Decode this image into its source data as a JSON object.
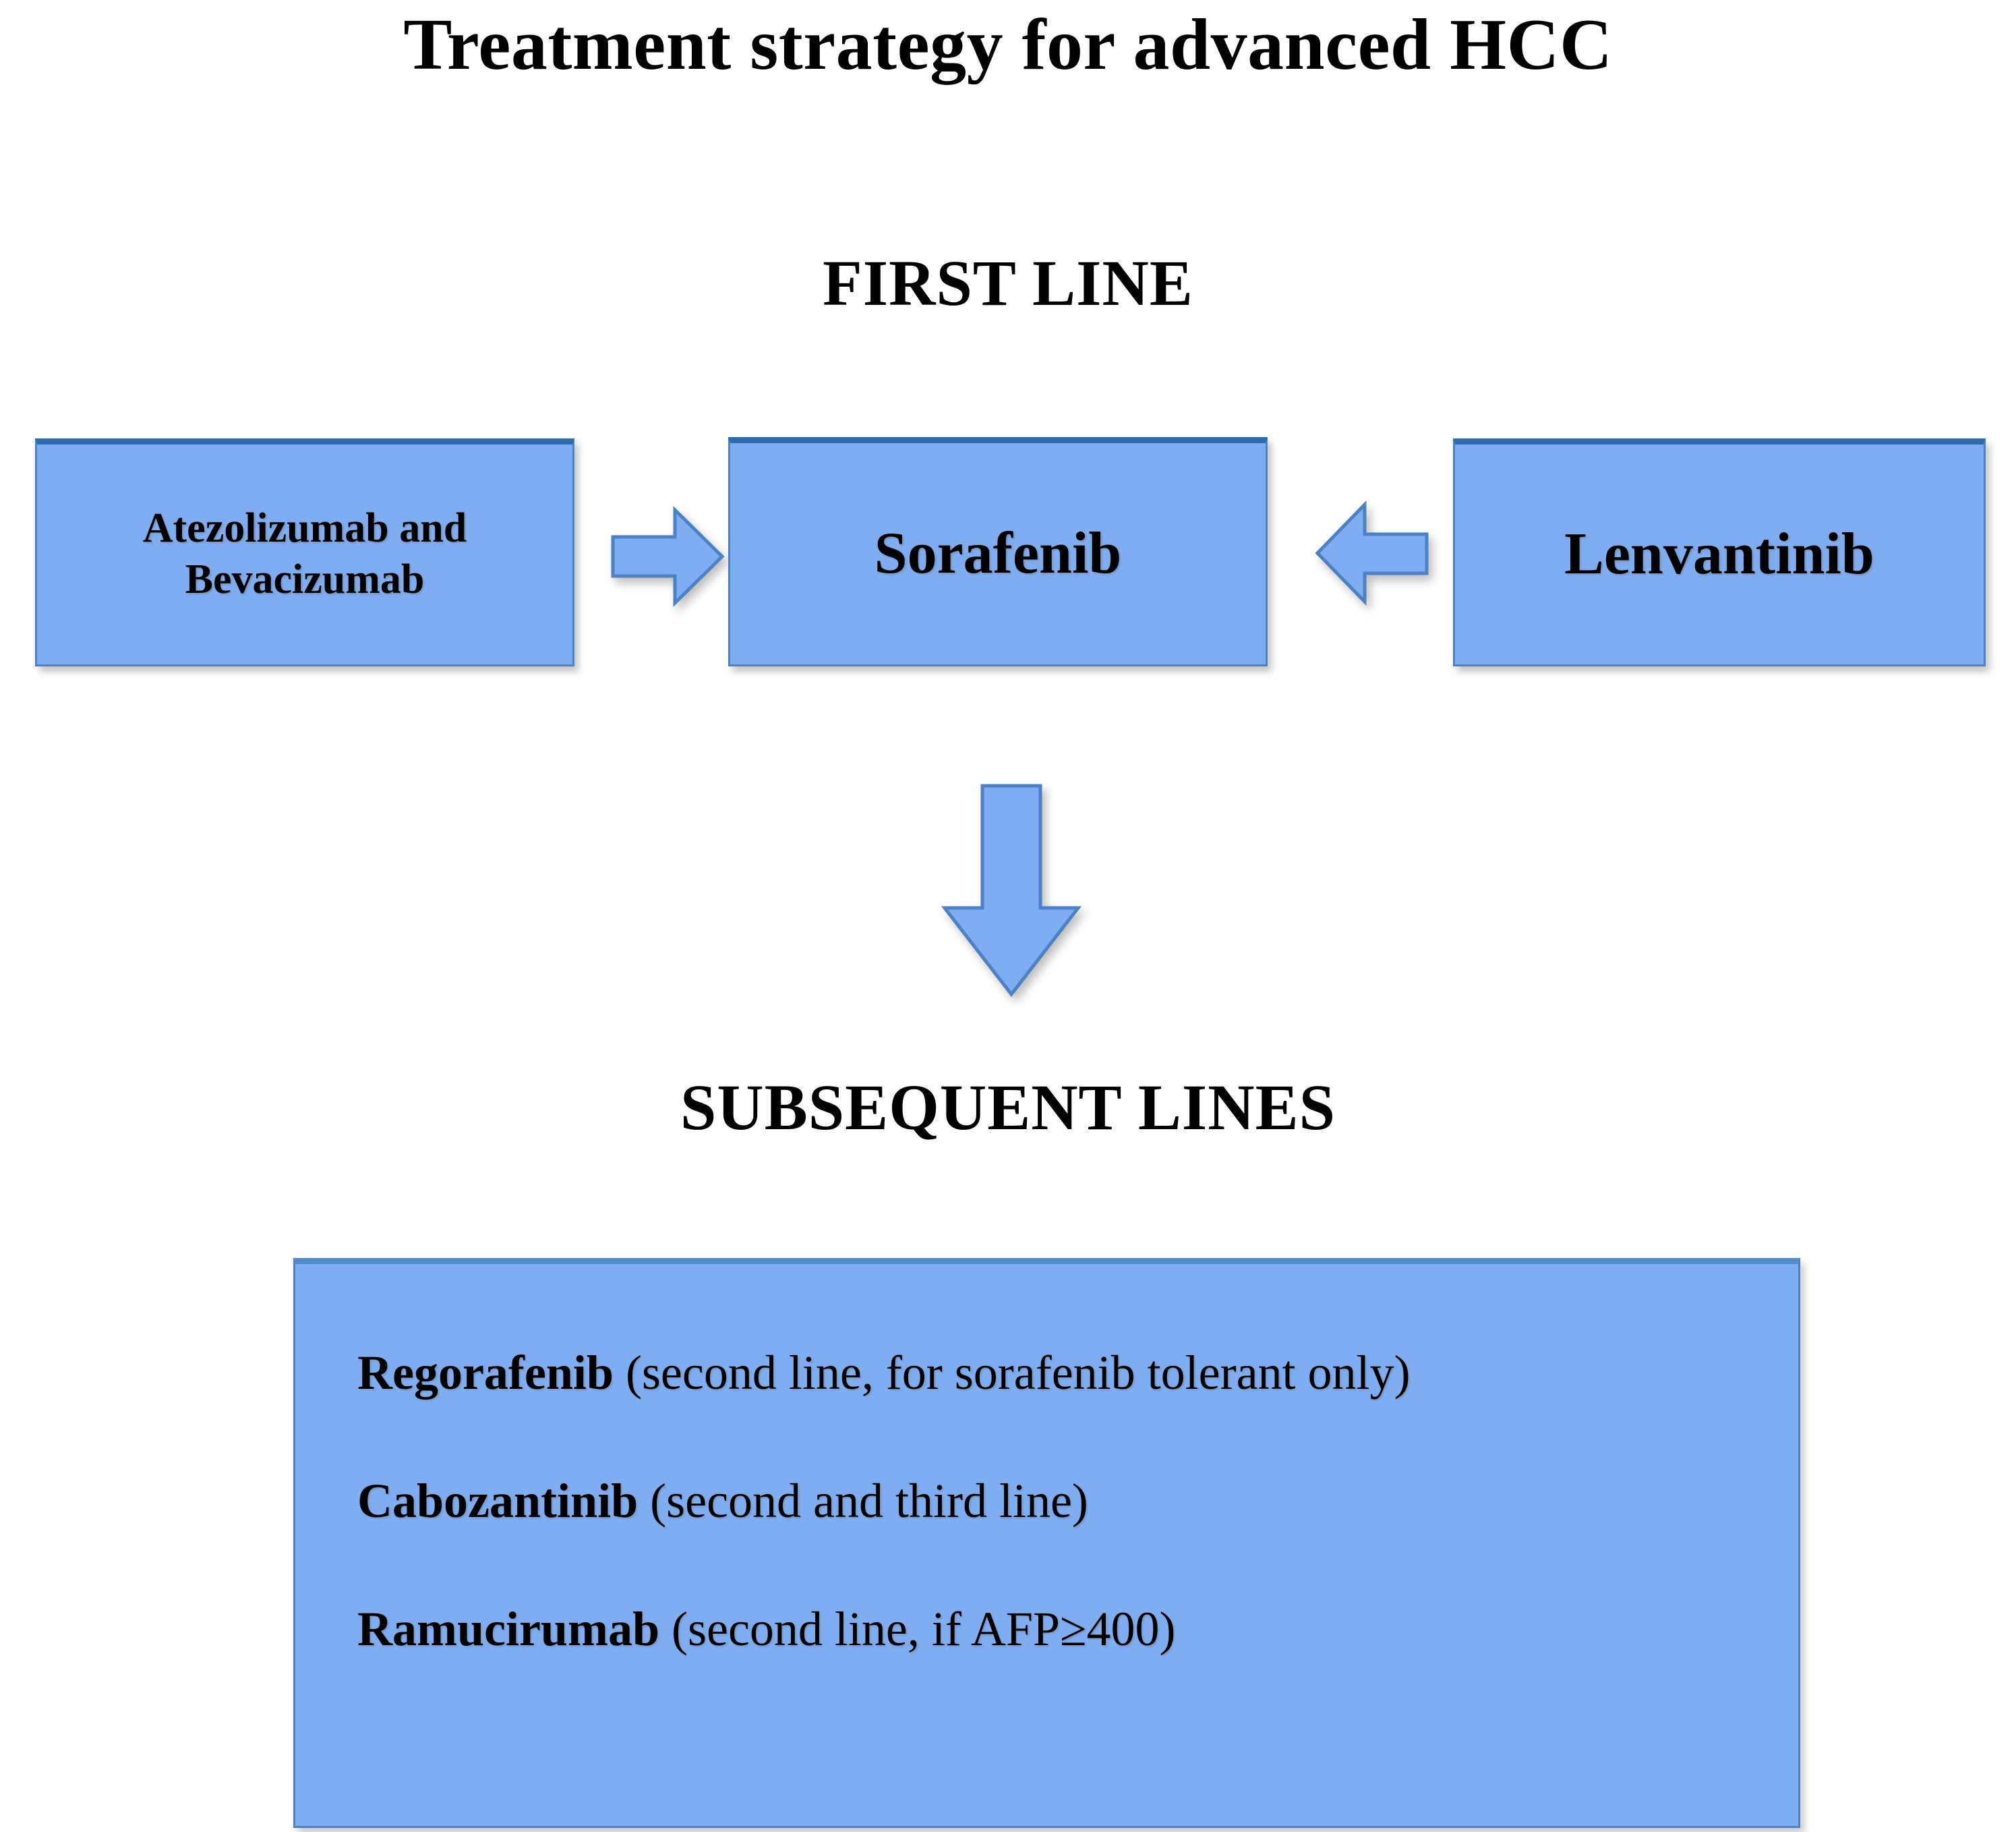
{
  "figure": {
    "title": "Treatment strategy for advanced HCC"
  },
  "sections": {
    "first_line_label": "FIRST LINE",
    "subsequent_lines_label": "SUBSEQUENT LINES"
  },
  "first_line": {
    "boxes": [
      {
        "id": "atezo",
        "label": "Atezolizumab and\nBevacizumab"
      },
      {
        "id": "sorafenib",
        "label": "Sorafenib"
      },
      {
        "id": "lenvantinib",
        "label": "Lenvantinib"
      }
    ],
    "arrows": [
      {
        "name": "arrow-right-icon",
        "direction": "right",
        "from": "atezo",
        "to": "sorafenib"
      },
      {
        "name": "arrow-left-icon",
        "direction": "left",
        "from": "lenvantinib",
        "to": "sorafenib"
      }
    ]
  },
  "flow": {
    "down_arrow": {
      "name": "arrow-down-icon",
      "direction": "down",
      "from": "first-line",
      "to": "subsequent-lines"
    }
  },
  "subsequent_lines": {
    "items": [
      {
        "drug": "Regorafenib",
        "detail": " (second line, for sorafenib tolerant only)"
      },
      {
        "drug": "Cabozantinib",
        "detail": " (second and third line)"
      },
      {
        "drug": "Ramucirumab",
        "detail": " (second line, if AFP≥400)"
      }
    ]
  },
  "colors": {
    "box_fill": "#7FADF2",
    "box_border": "#4A82C4",
    "box_top_border": "#2F6CAE",
    "text": "#000000",
    "background": "#FFFFFF"
  }
}
